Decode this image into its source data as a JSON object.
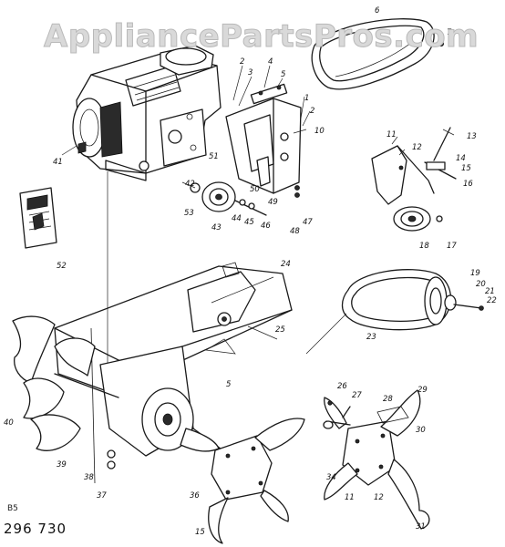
{
  "watermark": "AppliancePartsPros.com",
  "drawing_code": "B5",
  "drawing_number": "296 730",
  "callouts": [
    "1",
    "2",
    "3",
    "4",
    "5",
    "6",
    "7",
    "10",
    "11",
    "12",
    "13",
    "14",
    "15",
    "16",
    "17",
    "18",
    "19",
    "20",
    "21",
    "22",
    "23",
    "24",
    "25",
    "26",
    "27",
    "28",
    "29",
    "30",
    "31",
    "34",
    "36",
    "37",
    "38",
    "39",
    "40",
    "41",
    "42",
    "43",
    "44",
    "45",
    "46",
    "47",
    "48",
    "49",
    "50",
    "51",
    "52",
    "53"
  ]
}
